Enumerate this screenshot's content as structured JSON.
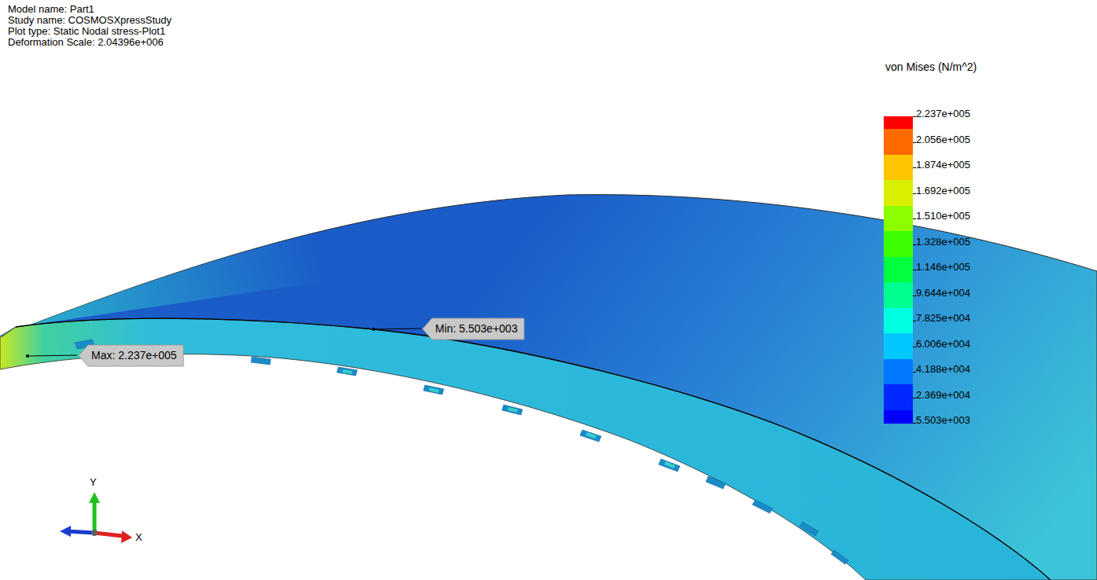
{
  "diagram": {
    "nodes": [
      {
        "text": [
          "Max: 2.237e+005"
        ]
      },
      {
        "text": [
          "Min: 5.503e+003"
        ]
      }
    ],
    "labels": [
      "Model name: Part1",
      "Study name: COSMOSXpressStudy",
      "Plot type: Static Nodal stress-Plot1",
      "Deformation Scale: 2.04396e+006",
      "von Mises (N/m^2)",
      "Y",
      "X"
    ],
    "legend": [
      {
        "text": "2.237e+005",
        "color": "#ff0000"
      },
      {
        "text": "2.056e+005",
        "color": "#ff6a00"
      },
      {
        "text": "1.874e+005",
        "color": "#ffc400"
      },
      {
        "text": "1.692e+005",
        "color": "#d8f000"
      },
      {
        "text": "1.510e+005",
        "color": "#8cff00"
      },
      {
        "text": "1.328e+005",
        "color": "#3cff00"
      },
      {
        "text": "1.146e+005",
        "color": "#00ff3c"
      },
      {
        "text": "9.644e+004",
        "color": "#00ff90"
      },
      {
        "text": "7.825e+004",
        "color": "#00ffe0"
      },
      {
        "text": "6.006e+004",
        "color": "#00c8ff"
      },
      {
        "text": "4.188e+004",
        "color": "#0078ff"
      },
      {
        "text": "2.369e+004",
        "color": "#0028ff"
      },
      {
        "text": "5.503e+003",
        "color": "#0000ff"
      }
    ]
  }
}
